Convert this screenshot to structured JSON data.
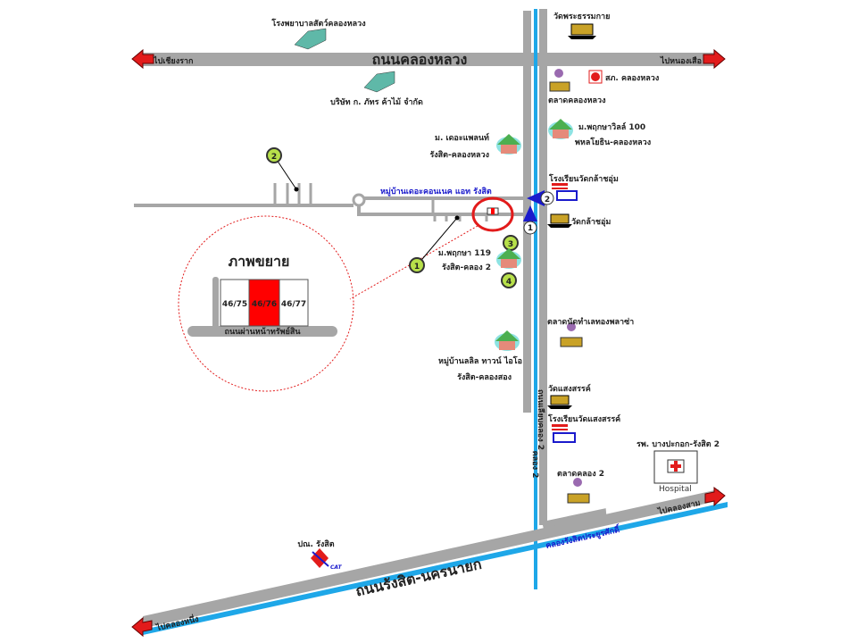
{
  "colors": {
    "road": "#a6a6a6",
    "canal": "#1ea7e8",
    "arrow": "#e21b1b",
    "marker": "#b7e04a",
    "highlight": "#ff0000",
    "route": "#1a1acc"
  },
  "roads": {
    "top": "ถนนคลองหลวง",
    "top_left": "ไปเชียงราก",
    "top_right": "ไปหนองเสือ",
    "bottom": "ถนนรังสิต-นครนายก",
    "bottom_left": "ไปคลองหนึ่ง",
    "bottom_right": "ไปคลองสาม",
    "bottom_canal": "คลองรังสิตประยูรศักดิ์",
    "side": "หมู่บ้านเดอะคอนเนค แอท รังสิต",
    "vertical": "ถนนเลียบคลอง 2",
    "vertical_canal": "คลอง 2"
  },
  "places": {
    "vet_hospital": "โรงพยาบาลสัตว์คลองหลวง",
    "company": "บริษัท ก. ภัทร ค้าไม้ จำกัด",
    "wat_top": "วัดพระธรรมกาย",
    "police": "สภ. คลองหลวง",
    "market_top": "ตลาดคลองหลวง",
    "village_right": [
      "ม.พฤกษาวิลล์ 100",
      "พหลโยธิน-คลองหลวง"
    ],
    "village_left": [
      "ม. เดอะแพลนท์",
      "รังสิต-คลองหลวง"
    ],
    "school1": "โรงเรียนวัดกล้าชอุ่ม",
    "wat2": "วัดกล้าชอุ่ม",
    "village_pruksa": [
      "ม.พฤกษา 119",
      "รังสิต-คลอง 2"
    ],
    "market2": "ตลาดนัดทำเลทองพลาซ่า",
    "village_lalin": [
      "หมู่บ้านลลิล ทาวน์ ไอโอ",
      "รังสิต-คลองสอง"
    ],
    "wat3": "วัดแสงสรรค์",
    "school2": "โรงเรียนวัดแสงสรรค์",
    "hospital": "รพ. บางปะกอก-รังสิต 2",
    "hospital_sign": "Hospital",
    "market3": "ตลาดคลอง 2",
    "post": "ปณ. รังสิต",
    "cat_logo": "CAT"
  },
  "markers": [
    "1",
    "2",
    "3",
    "4"
  ],
  "inset": {
    "title": "ภาพขยาย",
    "lots": [
      "46/75",
      "46/76",
      "46/77"
    ],
    "highlight_lot": "46/76",
    "road": "ถนนผ่านหน้าทรัพย์สิน"
  }
}
